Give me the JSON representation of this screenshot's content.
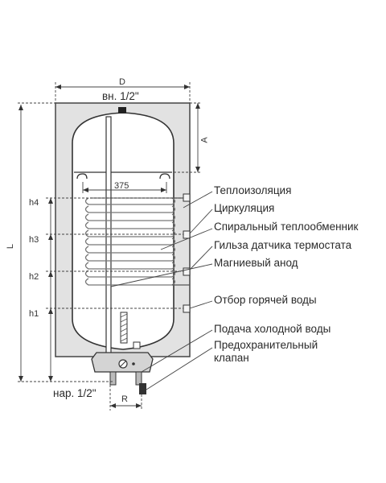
{
  "dimensions": {
    "width": "D",
    "inner_thread": "вн. 1/2\"",
    "outer_thread": "нар. 1/2\"",
    "height_total": "L",
    "top_offset": "A",
    "coil_width": "375",
    "bottom_offset": "R",
    "levels": [
      "h4",
      "h3",
      "h2",
      "h1"
    ]
  },
  "labels": [
    "Теплоизоляция",
    "Циркуляция",
    "Спиральный теплообменник",
    "Гильза датчика термостата",
    "Магниевый анод",
    "Отбор горячей воды",
    "Подача холодной воды",
    "Предохранительный",
    "клапан"
  ],
  "colors": {
    "housing": "#e2e2e2",
    "tank": "#ffffff",
    "line": "#333333",
    "coil": "#8a8a8a"
  }
}
